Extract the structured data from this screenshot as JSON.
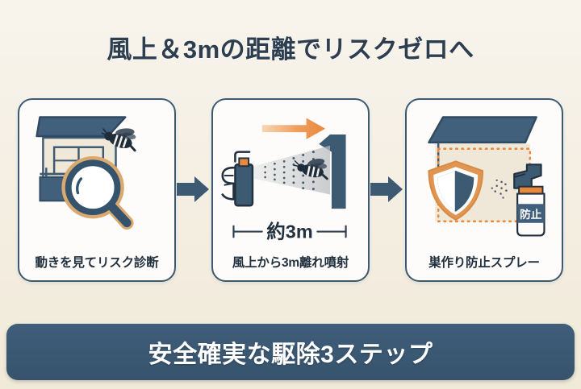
{
  "poster": {
    "title": "風上＆3mの距離でリスクゼロへ",
    "banner_text": "安全確実な駆除3ステップ",
    "colors": {
      "background": "#f4eee2",
      "navy": "#3d5a73",
      "dark_navy": "#2c3e50",
      "orange": "#e8883c",
      "card_fill": "#fdfcfa",
      "banner": "#3f5e7a",
      "wall_cream": "#efe8d8"
    }
  },
  "steps": [
    {
      "label": "動きを見てリスク診断",
      "icons": [
        "house-icon",
        "bee-icon",
        "magnifier-icon"
      ]
    },
    {
      "label": "風上から3m離れ噴射",
      "distance_label": "約3m",
      "icons": [
        "wind-arrow-icon",
        "spray-can-icon",
        "spray-cone-icon",
        "bee-icon",
        "nest-wall-icon",
        "dimension-line-icon"
      ]
    },
    {
      "label": "巣作り防止スプレー",
      "bottle_label": "防止",
      "icons": [
        "eave-roof-icon",
        "shield-icon",
        "spray-bottle-icon",
        "dotted-barrier-icon"
      ]
    }
  ],
  "connectors": [
    {
      "name": "arrow-step1-to-step2"
    },
    {
      "name": "arrow-step2-to-step3"
    }
  ]
}
